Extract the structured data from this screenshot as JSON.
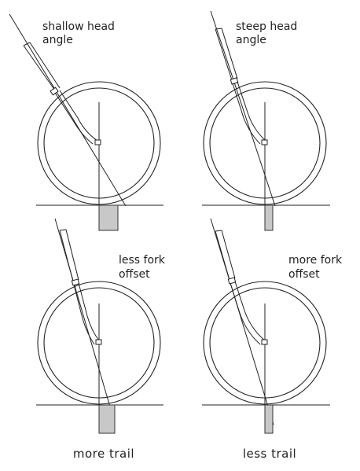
{
  "panels": [
    {
      "id": "shallow-head-angle",
      "label_lines": [
        "shallow head",
        "angle"
      ]
    },
    {
      "id": "steep-head-angle",
      "label_lines": [
        "steep head",
        "angle"
      ]
    },
    {
      "id": "less-fork-offset",
      "label_lines": [
        "less fork",
        "offset"
      ]
    },
    {
      "id": "more-fork-offset",
      "label_lines": [
        "more fork",
        "offset"
      ]
    }
  ],
  "captions": {
    "left": "more trail",
    "right": "less trail"
  },
  "colors": {
    "ink": "#222222",
    "trail_fill": "#c8c8c8",
    "background": "#ffffff"
  }
}
